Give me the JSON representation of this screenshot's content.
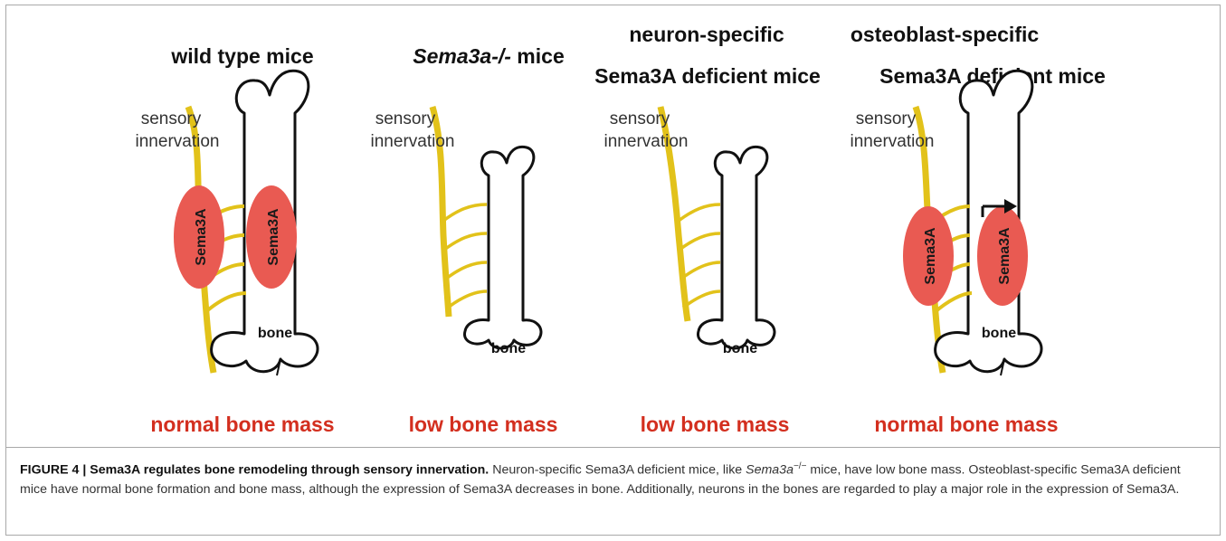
{
  "figure": {
    "panels": [
      {
        "title_lines": [
          "wild type mice"
        ],
        "sensory_lines": [
          "sensory",
          "innervation"
        ],
        "bone_label": "bone",
        "mass": "normal bone mass",
        "sema_labels": [
          "Sema3A",
          "Sema3A"
        ]
      },
      {
        "title_lines": [
          "Sema3a-/-",
          " mice"
        ],
        "sensory_lines": [
          "sensory",
          "innervation"
        ],
        "bone_label": "bone",
        "mass": "low bone mass",
        "sema_labels": []
      },
      {
        "title_lines": [
          "neuron-specific",
          "Sema3A deficient mice"
        ],
        "sensory_lines": [
          "sensory",
          "innervation"
        ],
        "bone_label": "bone",
        "mass": "low bone mass",
        "sema_labels": []
      },
      {
        "title_lines": [
          "osteoblast-specific",
          "Sema3A deficient mice"
        ],
        "sensory_lines": [
          "sensory",
          "innervation"
        ],
        "bone_label": "bone",
        "mass": "normal bone mass",
        "sema_labels": [
          "Sema3A",
          "Sema3A"
        ]
      }
    ],
    "colors": {
      "nerve": "#e2c21a",
      "sema": "#e95a52",
      "mass_text": "#d32f1f",
      "bone_outline": "#111111"
    }
  },
  "caption": {
    "label": "FIGURE 4 | Sema3A regulates bone remodeling through sensory innervation.",
    "text_1": " Neuron-specific Sema3A deficient mice, like ",
    "italic": "Sema3a",
    "superscript": "−/−",
    "text_2": " mice, have low bone mass. Osteoblast-specific Sema3A deficient mice have normal bone formation and bone mass, although the expression of Sema3A decreases in bone. Additionally, neurons in the bones are regarded to play a major role in the expression of Sema3A."
  }
}
